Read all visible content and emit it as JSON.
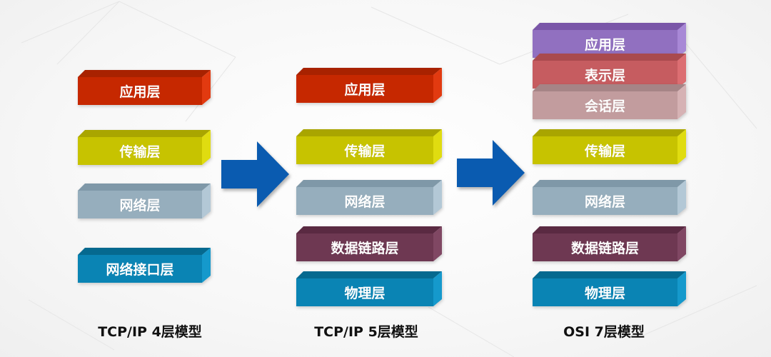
{
  "models": [
    {
      "caption": "TCP/IP 4层模型",
      "layers": [
        {
          "label": "应用层",
          "color": "red"
        },
        {
          "label": "传输层",
          "color": "olive"
        },
        {
          "label": "网络层",
          "color": "grayblue"
        },
        {
          "label": "网络接口层",
          "color": "blue"
        }
      ]
    },
    {
      "caption": "TCP/IP 5层模型",
      "layers": [
        {
          "label": "应用层",
          "color": "red"
        },
        {
          "label": "传输层",
          "color": "olive"
        },
        {
          "label": "网络层",
          "color": "grayblue"
        },
        {
          "label": "数据链路层",
          "color": "plum"
        },
        {
          "label": "物理层",
          "color": "blue"
        }
      ]
    },
    {
      "caption": "OSI 7层模型",
      "layers": [
        {
          "label": "应用层",
          "color": "purple"
        },
        {
          "label": "表示层",
          "color": "rose"
        },
        {
          "label": "会话层",
          "color": "pink"
        },
        {
          "label": "传输层",
          "color": "olive"
        },
        {
          "label": "网络层",
          "color": "grayblue"
        },
        {
          "label": "数据链路层",
          "color": "plum"
        },
        {
          "label": "物理层",
          "color": "blue"
        }
      ]
    }
  ],
  "arrows": [
    {
      "icon": "arrow-right-icon",
      "color": "#0a5bb0"
    },
    {
      "icon": "arrow-right-icon",
      "color": "#0a5bb0"
    }
  ],
  "palette": {
    "red": {
      "top": "#a82200",
      "front": "#c62800",
      "side": "#e23a10"
    },
    "olive": {
      "top": "#a9a500",
      "front": "#c7c300",
      "side": "#e0dc10"
    },
    "grayblue": {
      "top": "#7f98a8",
      "front": "#96aebd",
      "side": "#b3c8d6"
    },
    "blue": {
      "top": "#05698f",
      "front": "#0a84b4",
      "side": "#1599cc"
    },
    "plum": {
      "top": "#5a2a42",
      "front": "#6e3852",
      "side": "#804763"
    },
    "purple": {
      "top": "#7a56a8",
      "front": "#9170c0",
      "side": "#a888d6"
    },
    "rose": {
      "top": "#a94a4e",
      "front": "#c65c60",
      "side": "#dc6e72"
    },
    "pink": {
      "top": "#a68486",
      "front": "#c29c9e",
      "side": "#d6b2b4"
    }
  }
}
